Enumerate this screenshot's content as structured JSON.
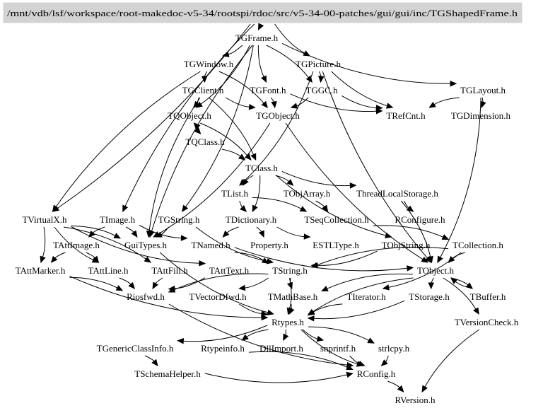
{
  "diagram": {
    "type": "include-dependency-graph",
    "root": "/mnt/vdb/lsf/workspace/root-makedoc-v5-34/rootspi/rdoc/src/v5-34-00-patches/gui/gui/inc/TGShapedFrame.h",
    "nodes": [
      {
        "id": "root",
        "label": "/mnt/vdb/lsf/workspace/root-makedoc-v5-34/rootspi/rdoc/src/v5-34-00-patches/gui/gui/inc/TGShapedFrame.h"
      },
      {
        "id": "TGFrame",
        "label": "TGFrame.h"
      },
      {
        "id": "TGWindow",
        "label": "TGWindow.h"
      },
      {
        "id": "TGPicture",
        "label": "TGPicture.h"
      },
      {
        "id": "TGClient",
        "label": "TGClient.h"
      },
      {
        "id": "TGFont",
        "label": "TGFont.h"
      },
      {
        "id": "TGGC",
        "label": "TGGC.h"
      },
      {
        "id": "TGLayout",
        "label": "TGLayout.h"
      },
      {
        "id": "TQObject",
        "label": "TQObject.h"
      },
      {
        "id": "TGObject",
        "label": "TGObject.h"
      },
      {
        "id": "TRefCnt",
        "label": "TRefCnt.h"
      },
      {
        "id": "TGDimension",
        "label": "TGDimension.h"
      },
      {
        "id": "TQClass",
        "label": "TQClass.h"
      },
      {
        "id": "TClass",
        "label": "TClass.h"
      },
      {
        "id": "TList",
        "label": "TList.h"
      },
      {
        "id": "TObjArray",
        "label": "TObjArray.h"
      },
      {
        "id": "ThreadLocalStorage",
        "label": "ThreadLocalStorage.h"
      },
      {
        "id": "TVirtualX",
        "label": "TVirtualX.h"
      },
      {
        "id": "TImage",
        "label": "TImage.h"
      },
      {
        "id": "TGString",
        "label": "TGString.h"
      },
      {
        "id": "TDictionary",
        "label": "TDictionary.h"
      },
      {
        "id": "TSeqCollection",
        "label": "TSeqCollection.h"
      },
      {
        "id": "RConfigure",
        "label": "RConfigure.h"
      },
      {
        "id": "TAttImage",
        "label": "TAttImage.h"
      },
      {
        "id": "GuiTypes",
        "label": "GuiTypes.h"
      },
      {
        "id": "TNamed",
        "label": "TNamed.h"
      },
      {
        "id": "Property",
        "label": "Property.h"
      },
      {
        "id": "ESTLType",
        "label": "ESTLType.h"
      },
      {
        "id": "TObjString",
        "label": "TObjString.h"
      },
      {
        "id": "TCollection",
        "label": "TCollection.h"
      },
      {
        "id": "TAttMarker",
        "label": "TAttMarker.h"
      },
      {
        "id": "TAttLine",
        "label": "TAttLine.h"
      },
      {
        "id": "TAttFill",
        "label": "TAttFill.h"
      },
      {
        "id": "TAttText",
        "label": "TAttText.h"
      },
      {
        "id": "TString",
        "label": "TString.h"
      },
      {
        "id": "TObject",
        "label": "TObject.h"
      },
      {
        "id": "Riosfwd",
        "label": "Riosfwd.h"
      },
      {
        "id": "TVectorDfwd",
        "label": "TVectorDfwd.h"
      },
      {
        "id": "TMathBase",
        "label": "TMathBase.h"
      },
      {
        "id": "TIterator",
        "label": "TIterator.h"
      },
      {
        "id": "TStorage",
        "label": "TStorage.h"
      },
      {
        "id": "TBuffer",
        "label": "TBuffer.h"
      },
      {
        "id": "Rtypes",
        "label": "Rtypes.h"
      },
      {
        "id": "TVersionCheck",
        "label": "TVersionCheck.h"
      },
      {
        "id": "TGenericClassInfo",
        "label": "TGenericClassInfo.h"
      },
      {
        "id": "Rtypeinfo",
        "label": "Rtypeinfo.h"
      },
      {
        "id": "DllImport",
        "label": "DllImport.h"
      },
      {
        "id": "snprintf",
        "label": "snprintf.h"
      },
      {
        "id": "strlcpy",
        "label": "strlcpy.h"
      },
      {
        "id": "TSchemaHelper",
        "label": "TSchemaHelper.h"
      },
      {
        "id": "RConfig",
        "label": "RConfig.h"
      },
      {
        "id": "RVersion",
        "label": "RVersion.h"
      }
    ],
    "edges": [
      [
        "root",
        "TGFrame"
      ],
      [
        "root",
        "TGPicture"
      ],
      [
        "root",
        "TVirtualX"
      ],
      [
        "root",
        "TImage"
      ],
      [
        "TGFrame",
        "TGWindow"
      ],
      [
        "TGFrame",
        "TGFont"
      ],
      [
        "TGFrame",
        "TGGC"
      ],
      [
        "TGFrame",
        "TGLayout"
      ],
      [
        "TGFrame",
        "TQObject"
      ],
      [
        "TGFrame",
        "GuiTypes"
      ],
      [
        "TGFrame",
        "TGString"
      ],
      [
        "TGWindow",
        "TGClient"
      ],
      [
        "TGWindow",
        "TGObject"
      ],
      [
        "TGWindow",
        "TVirtualX"
      ],
      [
        "TGPicture",
        "TGGC"
      ],
      [
        "TGPicture",
        "TRefCnt"
      ],
      [
        "TGPicture",
        "TList"
      ],
      [
        "TGPicture",
        "TObject"
      ],
      [
        "TGClient",
        "TQObject"
      ],
      [
        "TGClient",
        "TGObject"
      ],
      [
        "TGClient",
        "TClass"
      ],
      [
        "TGClient",
        "GuiTypes"
      ],
      [
        "TGFont",
        "TGObject"
      ],
      [
        "TGFont",
        "TRefCnt"
      ],
      [
        "TGGC",
        "TGObject"
      ],
      [
        "TGGC",
        "TRefCnt"
      ],
      [
        "TGLayout",
        "TGDimension"
      ],
      [
        "TGLayout",
        "TRefCnt"
      ],
      [
        "TGLayout",
        "TObject"
      ],
      [
        "TGObject",
        "TObject"
      ],
      [
        "TGObject",
        "GuiTypes"
      ],
      [
        "TQObject",
        "TQClass"
      ],
      [
        "TQObject",
        "TClass"
      ],
      [
        "TQClass",
        "TQObject"
      ],
      [
        "TQClass",
        "TClass"
      ],
      [
        "TClass",
        "TList"
      ],
      [
        "TClass",
        "TObjArray"
      ],
      [
        "TClass",
        "ThreadLocalStorage"
      ],
      [
        "TClass",
        "TDictionary"
      ],
      [
        "TClass",
        "TObjString"
      ],
      [
        "TList",
        "TSeqCollection"
      ],
      [
        "TList",
        "TDictionary"
      ],
      [
        "TObjArray",
        "TSeqCollection"
      ],
      [
        "ThreadLocalStorage",
        "RConfigure"
      ],
      [
        "ThreadLocalStorage",
        "TObject"
      ],
      [
        "TImage",
        "TAttImage"
      ],
      [
        "TImage",
        "GuiTypes"
      ],
      [
        "TImage",
        "TNamed"
      ],
      [
        "TGString",
        "GuiTypes"
      ],
      [
        "TGString",
        "TString"
      ],
      [
        "TVirtualX",
        "TAttMarker"
      ],
      [
        "TVirtualX",
        "TAttLine"
      ],
      [
        "TVirtualX",
        "TAttFill"
      ],
      [
        "TVirtualX",
        "TAttText"
      ],
      [
        "TVirtualX",
        "GuiTypes"
      ],
      [
        "TDictionary",
        "TNamed"
      ],
      [
        "TDictionary",
        "Property"
      ],
      [
        "TDictionary",
        "ESTLType"
      ],
      [
        "TSeqCollection",
        "TCollection"
      ],
      [
        "TAttImage",
        "TAttMarker"
      ],
      [
        "TAttImage",
        "TAttLine"
      ],
      [
        "GuiTypes",
        "Rtypes"
      ],
      [
        "TNamed",
        "TString"
      ],
      [
        "TNamed",
        "TObject"
      ],
      [
        "TObjString",
        "TString"
      ],
      [
        "TCollection",
        "TObject"
      ],
      [
        "TCollection",
        "TIterator"
      ],
      [
        "TCollection",
        "TString"
      ],
      [
        "TAttMarker",
        "Riosfwd"
      ],
      [
        "TAttMarker",
        "Rtypes"
      ],
      [
        "TAttLine",
        "Riosfwd"
      ],
      [
        "TAttFill",
        "Riosfwd"
      ],
      [
        "TAttText",
        "Riosfwd"
      ],
      [
        "TString",
        "TMathBase"
      ],
      [
        "TString",
        "TVectorDfwd"
      ],
      [
        "TString",
        "Riosfwd"
      ],
      [
        "TString",
        "Rtypes"
      ],
      [
        "TObject",
        "TStorage"
      ],
      [
        "TObject",
        "TBuffer"
      ],
      [
        "TObject",
        "Rtypes"
      ],
      [
        "TObject",
        "TVersionCheck"
      ],
      [
        "TObject",
        "TMathBase"
      ],
      [
        "TBuffer",
        "TObject"
      ],
      [
        "TVectorDfwd",
        "Rtypes"
      ],
      [
        "TMathBase",
        "Rtypes"
      ],
      [
        "TIterator",
        "Rtypes"
      ],
      [
        "TStorage",
        "Rtypes"
      ],
      [
        "Riosfwd",
        "RConfig"
      ],
      [
        "Rtypes",
        "TGenericClassInfo"
      ],
      [
        "Rtypes",
        "Rtypeinfo"
      ],
      [
        "Rtypes",
        "DllImport"
      ],
      [
        "Rtypes",
        "snprintf"
      ],
      [
        "Rtypes",
        "strlcpy"
      ],
      [
        "Rtypes",
        "RConfig"
      ],
      [
        "TGenericClassInfo",
        "TSchemaHelper"
      ],
      [
        "TSchemaHelper",
        "RConfig"
      ],
      [
        "Rtypeinfo",
        "RConfig"
      ],
      [
        "snprintf",
        "RConfig"
      ],
      [
        "strlcpy",
        "RConfig"
      ],
      [
        "TVersionCheck",
        "RVersion"
      ],
      [
        "RConfig",
        "RVersion"
      ]
    ]
  }
}
